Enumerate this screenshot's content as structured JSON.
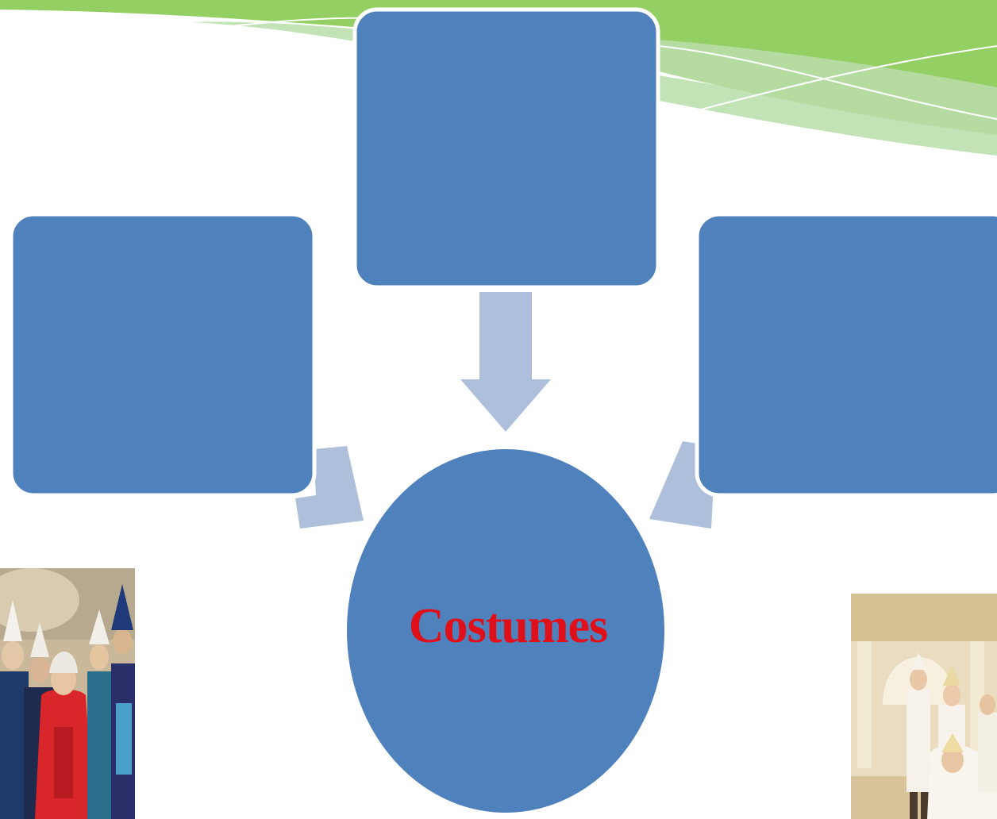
{
  "center": {
    "label": "Costumes"
  },
  "colors": {
    "box_fill": "#4f81bd",
    "box_border": "#ffffff",
    "arrow_fill": "#aebfdb",
    "banner_green": "#92d050",
    "center_label": "#e0101a"
  },
  "photos": [
    {
      "name": "women-in-traditional-dress-photo"
    },
    {
      "name": "ceremonial-dancers-photo"
    }
  ]
}
